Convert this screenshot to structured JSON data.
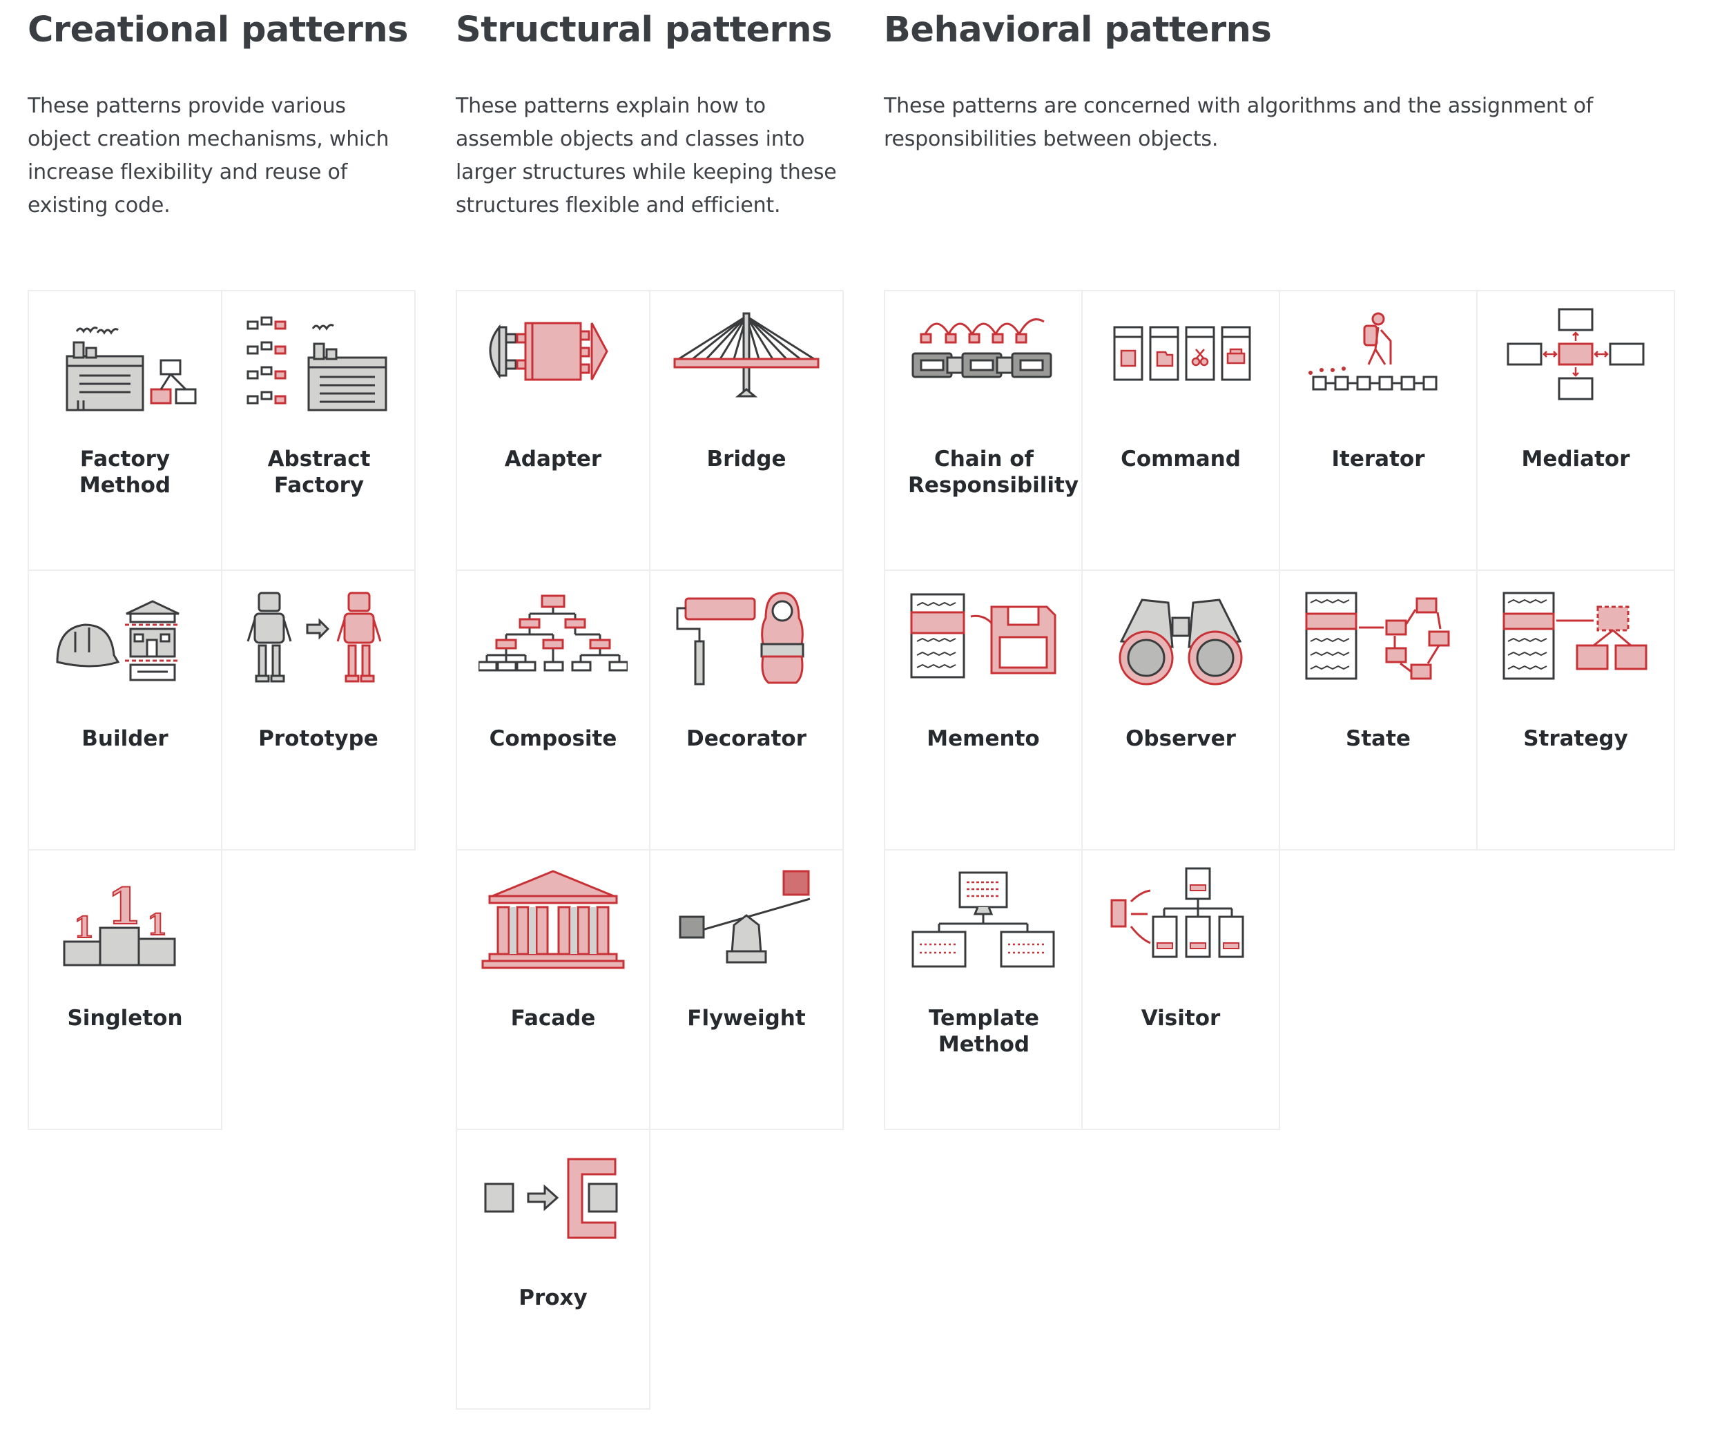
{
  "colors": {
    "accent": "#c83236",
    "accent_fill": "#e8b4b6",
    "gray_fill": "#d2d3d0",
    "stroke": "#3a3b3d",
    "grid_line": "#eceeef"
  },
  "columns": [
    {
      "title": "Creational patterns",
      "description": "These patterns provide various object creation mechanisms, which increase flexibility and reuse of existing code.",
      "patterns": [
        {
          "name": "Factory Method",
          "icon": "factory-icon"
        },
        {
          "name": "Abstract Factory",
          "icon": "factory-tree-icon"
        },
        {
          "name": "Builder",
          "icon": "hardhat-house-icon"
        },
        {
          "name": "Prototype",
          "icon": "robots-icon"
        },
        {
          "name": "Singleton",
          "icon": "podium-icon"
        }
      ]
    },
    {
      "title": "Structural patterns",
      "description": "These patterns explain how to assemble objects and classes into larger structures while keeping these structures flexible and efficient.",
      "patterns": [
        {
          "name": "Adapter",
          "icon": "plug-adapter-icon"
        },
        {
          "name": "Bridge",
          "icon": "bridge-icon"
        },
        {
          "name": "Composite",
          "icon": "tree-structure-icon"
        },
        {
          "name": "Decorator",
          "icon": "paint-roller-doll-icon"
        },
        {
          "name": "Facade",
          "icon": "temple-icon"
        },
        {
          "name": "Flyweight",
          "icon": "seesaw-icon"
        },
        {
          "name": "Proxy",
          "icon": "proxy-box-icon"
        }
      ]
    },
    {
      "title": "Behavioral patterns",
      "description": "These patterns are concerned with algorithms and the assignment of responsibilities between objects.",
      "patterns": [
        {
          "name": "Chain of Responsibility",
          "icon": "chain-icon"
        },
        {
          "name": "Command",
          "icon": "command-buttons-icon"
        },
        {
          "name": "Iterator",
          "icon": "hiker-icon"
        },
        {
          "name": "Mediator",
          "icon": "mediator-hub-icon"
        },
        {
          "name": "Memento",
          "icon": "floppy-disk-icon"
        },
        {
          "name": "Observer",
          "icon": "binoculars-icon"
        },
        {
          "name": "State",
          "icon": "state-cycle-icon"
        },
        {
          "name": "Strategy",
          "icon": "strategy-options-icon"
        },
        {
          "name": "Template Method",
          "icon": "template-screens-icon"
        },
        {
          "name": "Visitor",
          "icon": "visitor-servers-icon"
        }
      ]
    }
  ]
}
